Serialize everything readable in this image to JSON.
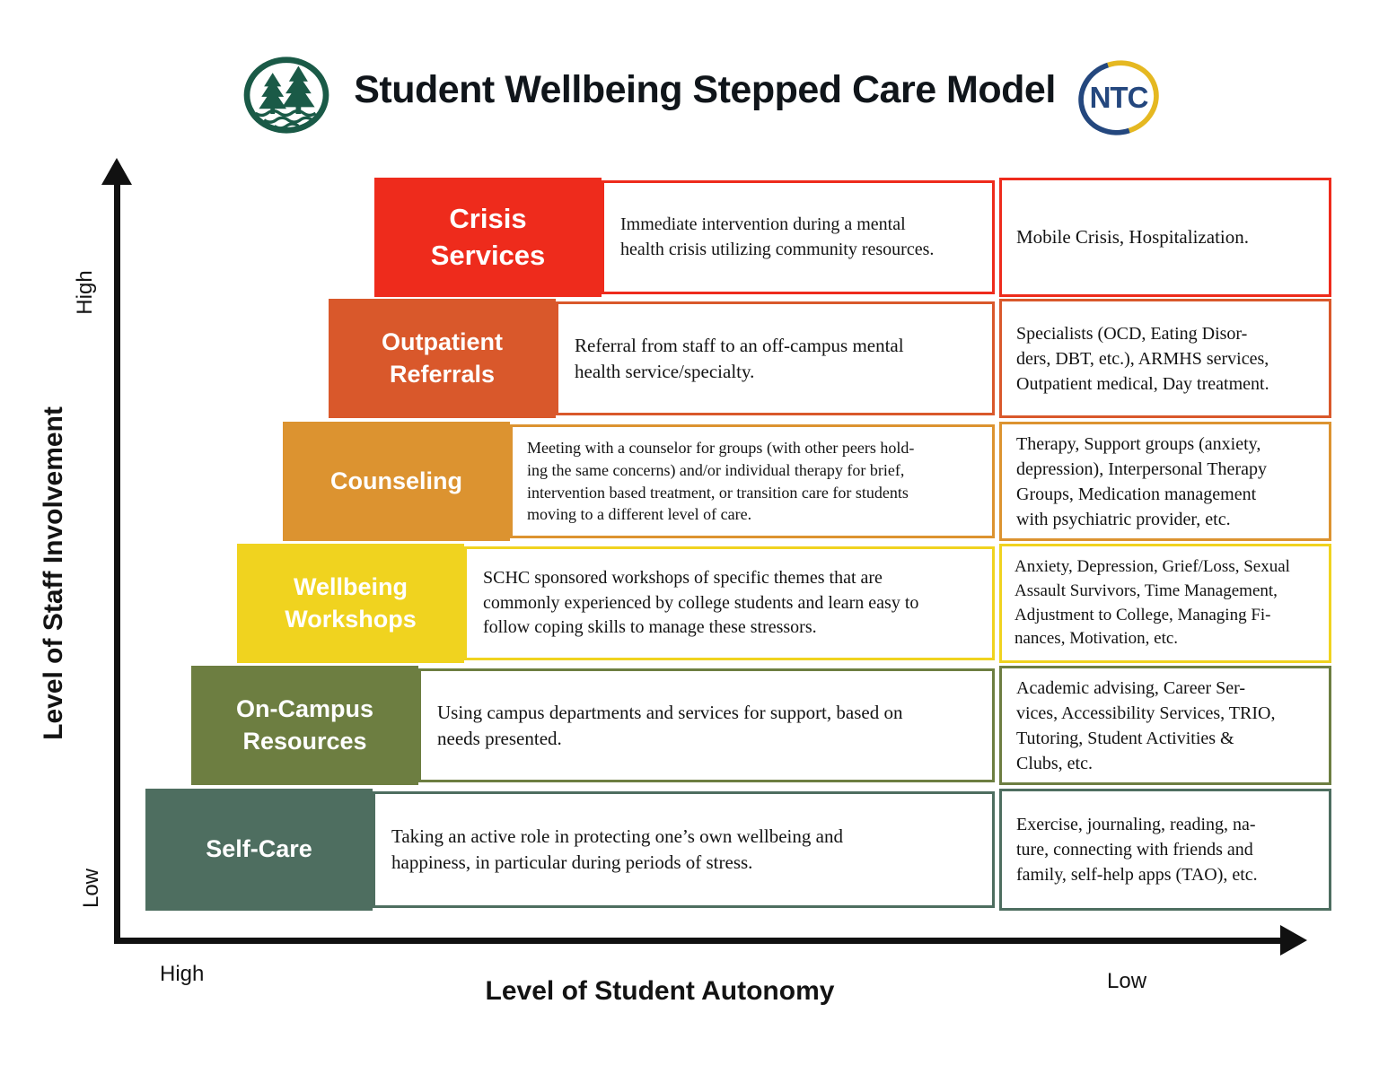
{
  "header": {
    "title": "Student Wellbeing Stepped Care Model",
    "left_logo": "pine-trees-lake-logo",
    "ntc_text": "NTC"
  },
  "axes": {
    "y_axis": {
      "title": "Level of Staff Involvement",
      "top_label": "High",
      "bottom_label": "Low"
    },
    "x_axis": {
      "title": "Level of Student Autonomy",
      "left_label": "High",
      "right_label": "Low"
    }
  },
  "colors": {
    "crisis": "#ee2b1c",
    "outpatient": "#d9582b",
    "counseling": "#dc9330",
    "wellbeing": "#f0d31f",
    "on_campus": "#6d7e41",
    "self_care": "#4e6e60",
    "logo_green": "#1a5a47",
    "ntc_blue": "#24477e",
    "ntc_gold": "#e5b821",
    "axis_black": "#111111"
  },
  "steps": [
    {
      "label": "Crisis\nServices",
      "color": "#ee2b1c",
      "description": "Immediate intervention during a mental\nhealth crisis utilizing community resources.",
      "examples": "Mobile Crisis, Hospitalization."
    },
    {
      "label": "Outpatient\nReferrals",
      "color": "#d9582b",
      "description": "Referral from staff to an off-campus mental\nhealth service/specialty.",
      "examples": "Specialists (OCD, Eating Disor-\nders, DBT, etc.), ARMHS services,\nOutpatient medical, Day treatment."
    },
    {
      "label": "Counseling",
      "color": "#dc9330",
      "description": "Meeting with a counselor for groups (with other peers hold-\ning the same concerns) and/or individual therapy for brief,\nintervention based treatment, or transition care for students\nmoving to a different level of care.",
      "examples": "Therapy, Support groups (anxiety,\ndepression), Interpersonal Therapy\nGroups, Medication management\nwith psychiatric provider, etc."
    },
    {
      "label": "Wellbeing\nWorkshops",
      "color": "#f0d31f",
      "description": "SCHC sponsored workshops of specific themes that are\ncommonly experienced by college students and learn easy to\nfollow coping skills to manage these stressors.",
      "examples": "Anxiety, Depression, Grief/Loss, Sexual\nAssault Survivors, Time Management,\nAdjustment to College, Managing Fi-\nnances, Motivation, etc."
    },
    {
      "label": "On-Campus\nResources",
      "color": "#6d7e41",
      "description": "Using campus departments and services for support, based on\nneeds presented.",
      "examples": "Academic advising, Career Ser-\nvices, Accessibility Services, TRIO,\nTutoring, Student Activities &\nClubs, etc."
    },
    {
      "label": "Self-Care",
      "color": "#4e6e60",
      "description": "Taking an active role in protecting one’s own wellbeing and\nhappiness, in particular during periods of stress.",
      "examples": "Exercise, journaling, reading, na-\nture, connecting with friends and\nfamily, self-help apps (TAO), etc."
    }
  ]
}
